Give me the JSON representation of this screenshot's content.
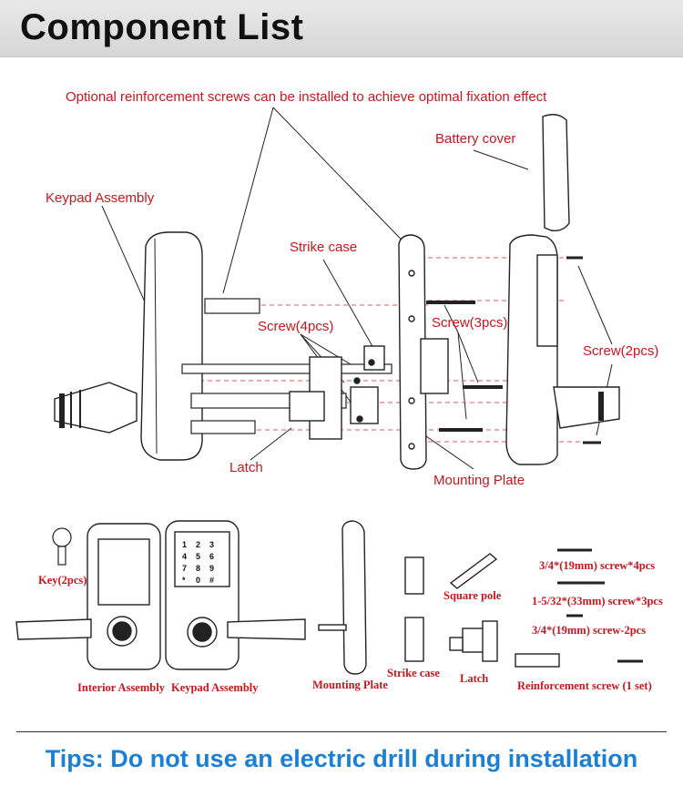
{
  "header": {
    "title": "Component List"
  },
  "exploded_view": {
    "optional_screws_note": "Optional reinforcement screws can be installed to achieve optimal fixation effect",
    "battery_cover": "Battery cover",
    "keypad_assembly": "Keypad Assembly",
    "strike_case": "Strike case",
    "screw_4pcs": "Screw(4pcs)",
    "screw_3pcs": "Screw(3pcs)",
    "screw_2pcs": "Screw(2pcs)",
    "latch": "Latch",
    "mounting_plate": "Mounting Plate"
  },
  "parts_list": {
    "key": "Key(2pcs)",
    "interior_assembly": "Interior Assembly",
    "keypad_assembly": "Keypad Assembly",
    "mounting_plate": "Mounting Plate",
    "strike_case": "Strike case",
    "square_pole": "Square pole",
    "latch": "Latch",
    "screw_19mm_4": "3/4*(19mm) screw*4pcs",
    "screw_33mm_3": "1-5/32*(33mm) screw*3pcs",
    "screw_19mm_2": "3/4*(19mm) screw-2pcs",
    "reinforcement_screw": "Reinforcement screw (1 set)",
    "keypad_keys": [
      "1",
      "2",
      "3",
      "4",
      "5",
      "6",
      "7",
      "8",
      "9",
      "0",
      "*",
      "#"
    ]
  },
  "tips": "Tips: Do not use an electric drill during installation",
  "colors": {
    "label_red": "#c8161d",
    "tips_blue": "#1a7fd6",
    "guide_red": "#e05a5a"
  }
}
